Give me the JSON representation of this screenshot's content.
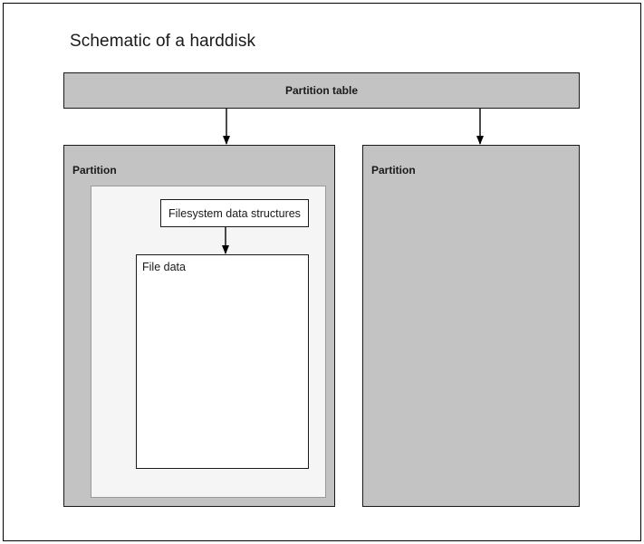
{
  "diagram": {
    "title": "Schematic of a harddisk",
    "partition_table": {
      "label": "Partition table"
    },
    "partitions": [
      {
        "label": "Partition",
        "contents": {
          "filesystem_structures": {
            "label": "Filesystem data structures"
          },
          "file_data": {
            "label": "File data"
          }
        }
      },
      {
        "label": "Partition",
        "contents": null
      }
    ],
    "arrows": [
      {
        "name": "partition-table-to-partition-1",
        "from": "Partition table",
        "to": "Partition"
      },
      {
        "name": "partition-table-to-partition-2",
        "from": "Partition table",
        "to": "Partition"
      },
      {
        "name": "filesystem-structures-to-file-data",
        "from": "Filesystem data structures",
        "to": "File data"
      }
    ],
    "colors": {
      "partition_fill": "#c3c3c3",
      "inner_container_fill": "#f5f5f5",
      "box_fill": "#ffffff",
      "stroke": "#1a1a1a",
      "inner_stroke": "#9a9a9a",
      "background": "#ffffff"
    }
  }
}
